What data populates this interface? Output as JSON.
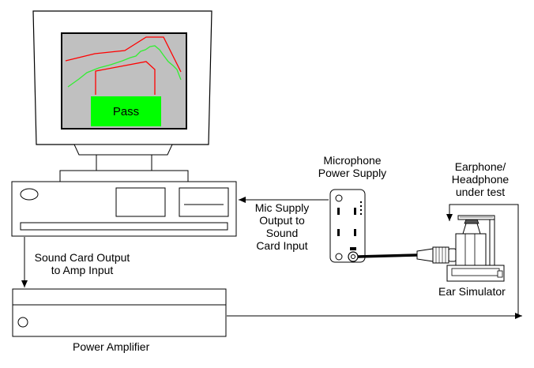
{
  "screen": {
    "status": "Pass",
    "status_color": "#00ff00",
    "limit_color": "#ff0000",
    "trace_color": "#33ee33",
    "background_color": "#c0c0c0"
  },
  "labels": {
    "mic_power_supply": [
      "Microphone",
      "Power Supply"
    ],
    "earphone": [
      "Earphone/",
      "Headphone",
      "under test"
    ],
    "mic_supply_output": [
      "Mic Supply",
      "Output to",
      "Sound",
      "Card Input"
    ],
    "sound_card_output": [
      "Sound Card Output",
      "to Amp Input"
    ],
    "ear_simulator": "Ear Simulator",
    "power_amplifier": "Power Amplifier"
  }
}
